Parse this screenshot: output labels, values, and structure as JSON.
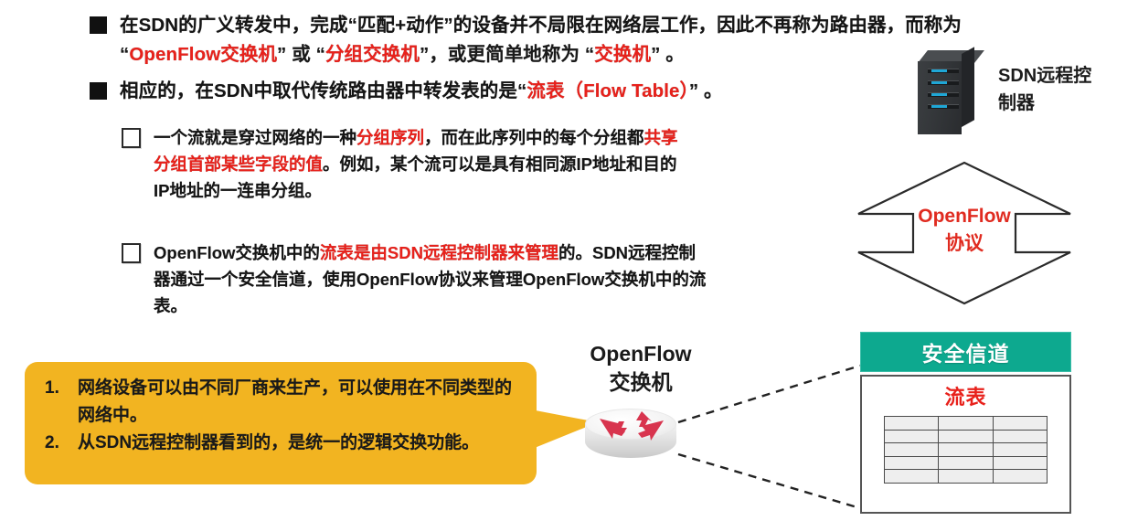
{
  "slide": {
    "topic": "SDN OpenFlow switch and flow table",
    "accent_red": "#E8211B",
    "accent_teal": "#0DA98F",
    "accent_orange": "#F2B421"
  },
  "bullets": [
    {
      "marker": "filled-square",
      "line1_pre": "在SDN的广义转发中，完成“匹配+动作”的设备并不局限在网络层工作，因此不再称为路由器，而称为",
      "line2_q1_open": "“",
      "line2_q1_text": "OpenFlow交换机",
      "line2_q1_close": "”",
      "line2_mid": " 或 “",
      "line2_q2_text": "分组交换机",
      "line2_q2_close": "”",
      "line2_tail": "，或更简单地称为 “",
      "line2_q3_text": "交换机",
      "line2_q3_close": "” 。"
    },
    {
      "marker": "filled-square",
      "pre": "相应的，在SDN中取代传统路由器中转发表的是“",
      "red": "流表（Flow Table）",
      "post": "” 。"
    }
  ],
  "sub_bullets": [
    {
      "marker": "hollow-square",
      "seg1": "一个流就是穿过网络的一种",
      "seg2_red": "分组序列",
      "seg3": "，而在此序列中的每个分组都",
      "seg4_red": "共享分组首部某些字段的值",
      "seg5": "。例如，某个流可以是具有相同源IP地址和目的IP地址的一连串分组。"
    },
    {
      "marker": "hollow-square",
      "seg1": "OpenFlow交换机中的",
      "seg2_red": "流表是由SDN远程控制器来管理",
      "seg3": "的。SDN远程控制器通过一个安全信道，使用OpenFlow协议来管理OpenFlow交换机中的流表。"
    }
  ],
  "callout": {
    "items": [
      {
        "num": "1.",
        "text": "网络设备可以由不同厂商来生产，可以使用在不同类型的网络中。"
      },
      {
        "num": "2.",
        "text": "从SDN远程控制器看到的，是统一的逻辑交换功能。"
      }
    ]
  },
  "diagram": {
    "server_label": "SDN远程控制器",
    "protocol_label_en": "OpenFlow",
    "protocol_label_cn": "协议",
    "secure_channel": "安全信道",
    "flow_table_title": "流表",
    "flow_table_cols": 3,
    "flow_table_rows": 5,
    "switch_label_en": "OpenFlow",
    "switch_label_cn": "交换机",
    "server_icon": "server-tower-icon",
    "switch_icon": "network-switch-icon",
    "protocol_arrow_icon": "double-headed-vertical-arrow-icon"
  }
}
